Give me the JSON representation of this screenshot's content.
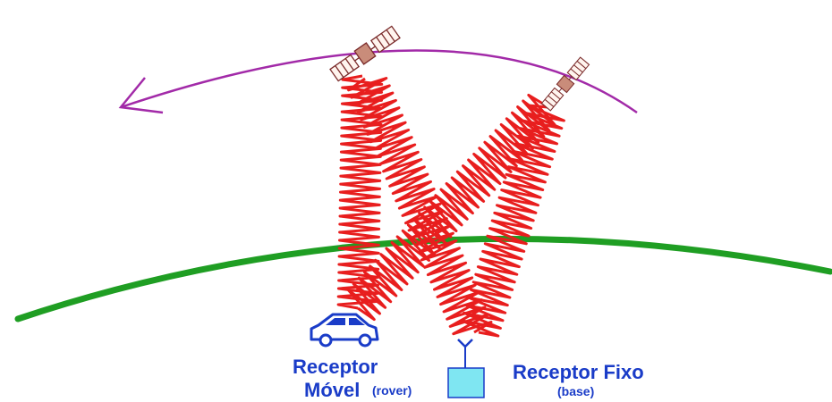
{
  "labels": {
    "rover_line1": "Receptor",
    "rover_line2": "Móvel",
    "rover_note": "(rover)",
    "base_line1": "Receptor Fixo",
    "base_note": "(base)"
  },
  "colors": {
    "orbit": "#a22aa8",
    "earth": "#1f9e23",
    "signal": "#e81e1e",
    "satellite": "#7a2b2b",
    "text": "#1a3cc8",
    "rover": "#1a3cc8",
    "base": "#7fe6f2"
  },
  "icons": [
    "satellite-icon",
    "car-icon",
    "base-station-icon",
    "arrow-head-icon"
  ]
}
